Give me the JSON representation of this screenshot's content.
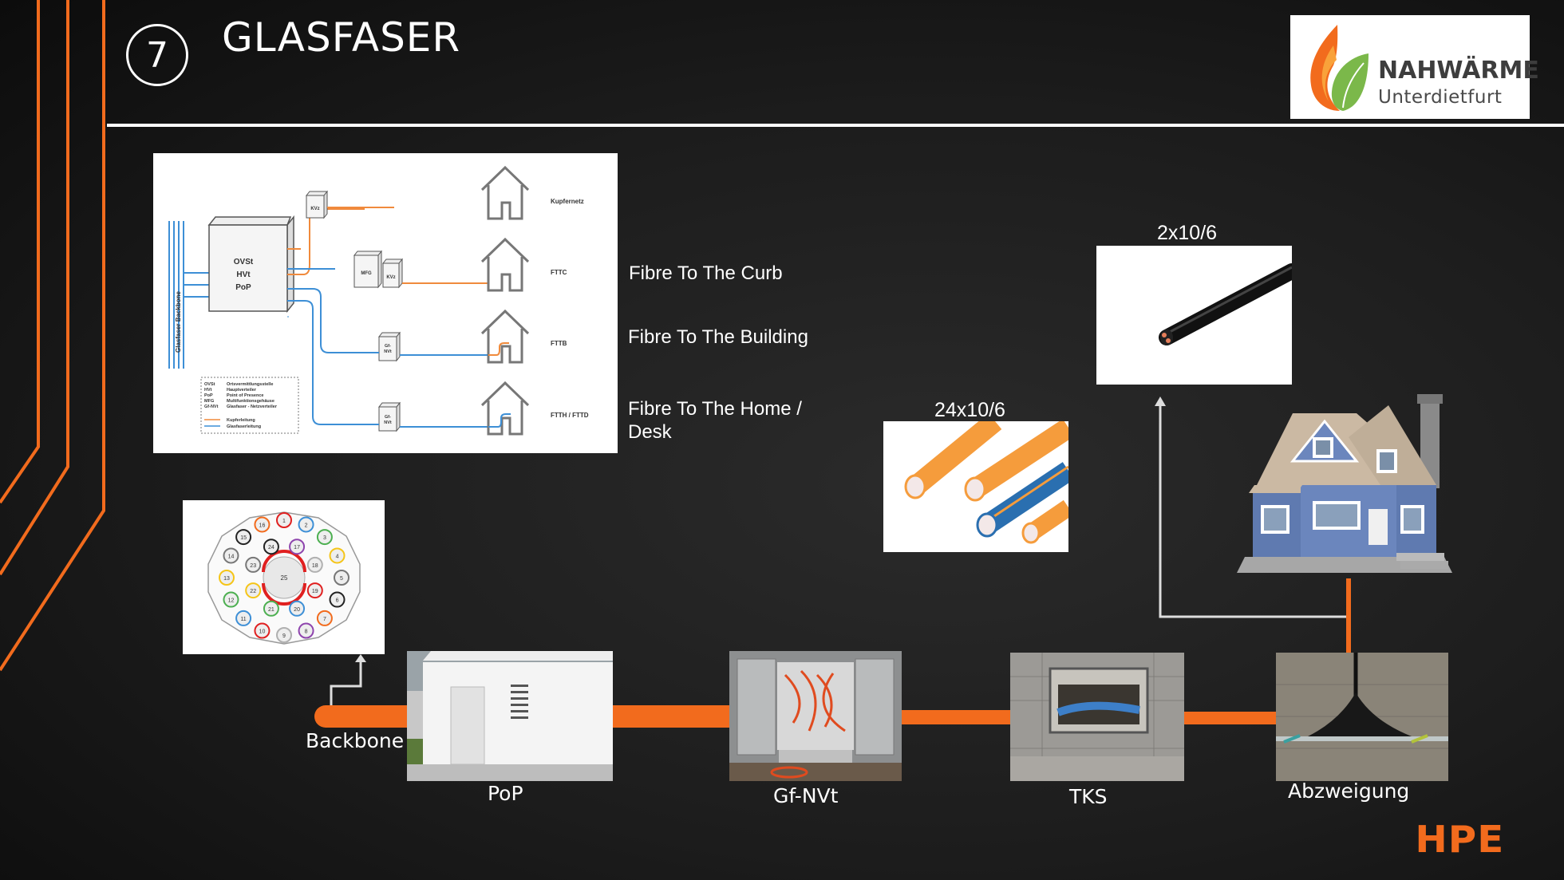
{
  "slide": {
    "number": "7",
    "title": "GLASFASER"
  },
  "logo": {
    "line1": "NAHWÄRME",
    "line2": "Unterdietfurt"
  },
  "colors": {
    "accent": "#f26b1d",
    "copper": "#f08a3c",
    "fiber": "#3d8fd6",
    "background": "#1c1c1c"
  },
  "diagram": {
    "side_label": "Glasfaser Backbone",
    "central_box": [
      "OVSt",
      "HVt",
      "PoP"
    ],
    "boxes": {
      "kvz1": "KVz",
      "mfg": "MFG",
      "kvz2": "KVz",
      "gfnvt1": "Gf-\nNVt",
      "gfnvt2": "Gf-\nNVt"
    },
    "rows": [
      "Kupfernetz",
      "FTTC",
      "FTTB",
      "FTTH / FTTD"
    ],
    "legend": [
      {
        "abbr": "OVSt",
        "desc": "Ortsvermittlungsstelle"
      },
      {
        "abbr": "HVt",
        "desc": "Hauptverteiler"
      },
      {
        "abbr": "PoP",
        "desc": "Point of Presence"
      },
      {
        "abbr": "MFG",
        "desc": "Multifunktionsgehäuse"
      },
      {
        "abbr": "Gf-NVt",
        "desc": "Glasfaser - Netzverteiler"
      }
    ],
    "legend_lines": {
      "copper": "Kupferleitung",
      "fiber": "Glasfaserleitung"
    }
  },
  "fibre_labels": {
    "curb": "Fibre To The Curb",
    "building": "Fibre To The Building",
    "home": "Fibre To The Home / Desk"
  },
  "cable_labels": {
    "small": "2x10/6",
    "large": "24x10/6"
  },
  "bundle_numbers": [
    "1",
    "2",
    "3",
    "4",
    "5",
    "6",
    "7",
    "8",
    "9",
    "10",
    "11",
    "12",
    "13",
    "14",
    "15",
    "16",
    "17",
    "18",
    "19",
    "20",
    "21",
    "22",
    "23",
    "24",
    "25"
  ],
  "chain": {
    "backbone": "Backbone",
    "pop": "PoP",
    "gfnvt": "Gf-NVt",
    "tks": "TKS",
    "abzweigung": "Abzweigung"
  },
  "brand": "HPE"
}
